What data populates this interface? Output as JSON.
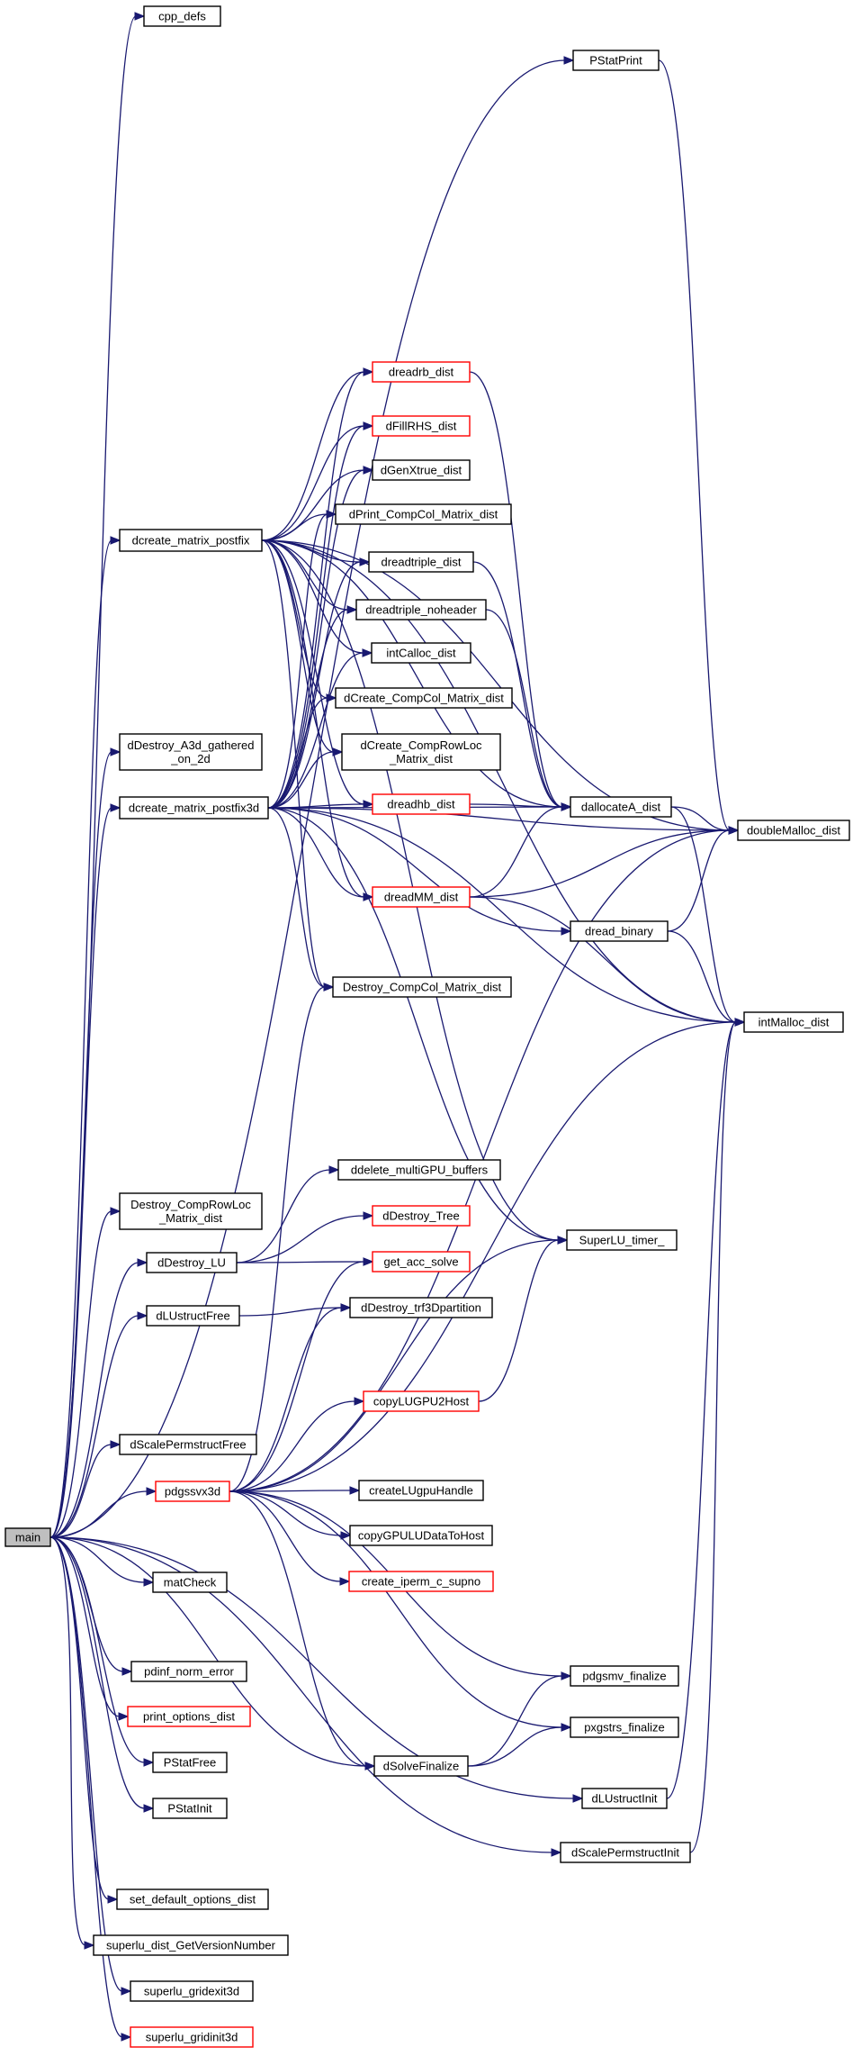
{
  "nodes": [
    {
      "id": "main",
      "lines": [
        "main"
      ],
      "style": "root"
    },
    {
      "id": "cpp_defs",
      "lines": [
        "cpp_defs"
      ],
      "style": "black"
    },
    {
      "id": "PStatPrint",
      "lines": [
        "PStatPrint"
      ],
      "style": "black"
    },
    {
      "id": "dcreate_matrix_postfix",
      "lines": [
        "dcreate_matrix_postfix"
      ],
      "style": "black"
    },
    {
      "id": "dDestroy_A3d_gathered_on_2d",
      "lines": [
        "dDestroy_A3d_gathered",
        "_on_2d"
      ],
      "style": "black"
    },
    {
      "id": "dcreate_matrix_postfix3d",
      "lines": [
        "dcreate_matrix_postfix3d"
      ],
      "style": "black"
    },
    {
      "id": "Destroy_CompRowLoc_Matrix_dist",
      "lines": [
        "Destroy_CompRowLoc",
        "_Matrix_dist"
      ],
      "style": "black"
    },
    {
      "id": "dDestroy_LU",
      "lines": [
        "dDestroy_LU"
      ],
      "style": "black"
    },
    {
      "id": "dLUstructFree",
      "lines": [
        "dLUstructFree"
      ],
      "style": "black"
    },
    {
      "id": "dScalePermstructFree",
      "lines": [
        "dScalePermstructFree"
      ],
      "style": "black"
    },
    {
      "id": "pdgssvx3d",
      "lines": [
        "pdgssvx3d"
      ],
      "style": "red"
    },
    {
      "id": "matCheck",
      "lines": [
        "matCheck"
      ],
      "style": "black"
    },
    {
      "id": "pdinf_norm_error",
      "lines": [
        "pdinf_norm_error"
      ],
      "style": "black"
    },
    {
      "id": "print_options_dist",
      "lines": [
        "print_options_dist"
      ],
      "style": "red"
    },
    {
      "id": "PStatFree",
      "lines": [
        "PStatFree"
      ],
      "style": "black"
    },
    {
      "id": "PStatInit",
      "lines": [
        "PStatInit"
      ],
      "style": "black"
    },
    {
      "id": "set_default_options_dist",
      "lines": [
        "set_default_options_dist"
      ],
      "style": "black"
    },
    {
      "id": "superlu_dist_GetVersionNumber",
      "lines": [
        "superlu_dist_GetVersionNumber"
      ],
      "style": "black"
    },
    {
      "id": "superlu_gridexit3d",
      "lines": [
        "superlu_gridexit3d"
      ],
      "style": "black"
    },
    {
      "id": "superlu_gridinit3d",
      "lines": [
        "superlu_gridinit3d"
      ],
      "style": "red"
    },
    {
      "id": "dreadrb_dist",
      "lines": [
        "dreadrb_dist"
      ],
      "style": "red"
    },
    {
      "id": "dFillRHS_dist",
      "lines": [
        "dFillRHS_dist"
      ],
      "style": "red"
    },
    {
      "id": "dGenXtrue_dist",
      "lines": [
        "dGenXtrue_dist"
      ],
      "style": "black"
    },
    {
      "id": "dPrint_CompCol_Matrix_dist",
      "lines": [
        "dPrint_CompCol_Matrix_dist"
      ],
      "style": "black"
    },
    {
      "id": "dreadtriple_dist",
      "lines": [
        "dreadtriple_dist"
      ],
      "style": "black"
    },
    {
      "id": "dreadtriple_noheader",
      "lines": [
        "dreadtriple_noheader"
      ],
      "style": "black"
    },
    {
      "id": "intCalloc_dist",
      "lines": [
        "intCalloc_dist"
      ],
      "style": "black"
    },
    {
      "id": "dCreate_CompCol_Matrix_dist",
      "lines": [
        "dCreate_CompCol_Matrix_dist"
      ],
      "style": "black"
    },
    {
      "id": "dCreate_CompRowLoc_Matrix_dist",
      "lines": [
        "dCreate_CompRowLoc",
        "_Matrix_dist"
      ],
      "style": "black"
    },
    {
      "id": "dreadhb_dist",
      "lines": [
        "dreadhb_dist"
      ],
      "style": "red"
    },
    {
      "id": "dreadMM_dist",
      "lines": [
        "dreadMM_dist"
      ],
      "style": "red"
    },
    {
      "id": "Destroy_CompCol_Matrix_dist",
      "lines": [
        "Destroy_CompCol_Matrix_dist"
      ],
      "style": "black"
    },
    {
      "id": "ddelete_multiGPU_buffers",
      "lines": [
        "ddelete_multiGPU_buffers"
      ],
      "style": "black"
    },
    {
      "id": "dDestroy_Tree",
      "lines": [
        "dDestroy_Tree"
      ],
      "style": "red"
    },
    {
      "id": "get_acc_solve",
      "lines": [
        "get_acc_solve"
      ],
      "style": "red"
    },
    {
      "id": "dDestroy_trf3Dpartition",
      "lines": [
        "dDestroy_trf3Dpartition"
      ],
      "style": "black"
    },
    {
      "id": "copyLUGPU2Host",
      "lines": [
        "copyLUGPU2Host"
      ],
      "style": "red"
    },
    {
      "id": "createLUgpuHandle",
      "lines": [
        "createLUgpuHandle"
      ],
      "style": "black"
    },
    {
      "id": "copyGPULUDataToHost",
      "lines": [
        "copyGPULUDataToHost"
      ],
      "style": "black"
    },
    {
      "id": "create_iperm_c_supno",
      "lines": [
        "create_iperm_c_supno"
      ],
      "style": "red"
    },
    {
      "id": "dSolveFinalize",
      "lines": [
        "dSolveFinalize"
      ],
      "style": "black"
    },
    {
      "id": "dallocateA_dist",
      "lines": [
        "dallocateA_dist"
      ],
      "style": "black"
    },
    {
      "id": "dread_binary",
      "lines": [
        "dread_binary"
      ],
      "style": "black"
    },
    {
      "id": "SuperLU_timer_",
      "lines": [
        "SuperLU_timer_"
      ],
      "style": "black"
    },
    {
      "id": "pdgsmv_finalize",
      "lines": [
        "pdgsmv_finalize"
      ],
      "style": "black"
    },
    {
      "id": "pxgstrs_finalize",
      "lines": [
        "pxgstrs_finalize"
      ],
      "style": "black"
    },
    {
      "id": "dLUstructInit",
      "lines": [
        "dLUstructInit"
      ],
      "style": "black"
    },
    {
      "id": "dScalePermstructInit",
      "lines": [
        "dScalePermstructInit"
      ],
      "style": "black"
    },
    {
      "id": "doubleMalloc_dist",
      "lines": [
        "doubleMalloc_dist"
      ],
      "style": "black"
    },
    {
      "id": "intMalloc_dist",
      "lines": [
        "intMalloc_dist"
      ],
      "style": "black"
    }
  ],
  "edges": [
    [
      "main",
      "cpp_defs"
    ],
    [
      "main",
      "PStatPrint"
    ],
    [
      "main",
      "dcreate_matrix_postfix"
    ],
    [
      "main",
      "dDestroy_A3d_gathered_on_2d"
    ],
    [
      "main",
      "dcreate_matrix_postfix3d"
    ],
    [
      "main",
      "Destroy_CompRowLoc_Matrix_dist"
    ],
    [
      "main",
      "dDestroy_LU"
    ],
    [
      "main",
      "dLUstructFree"
    ],
    [
      "main",
      "dScalePermstructFree"
    ],
    [
      "main",
      "pdgssvx3d"
    ],
    [
      "main",
      "matCheck"
    ],
    [
      "main",
      "pdinf_norm_error"
    ],
    [
      "main",
      "print_options_dist"
    ],
    [
      "main",
      "PStatFree"
    ],
    [
      "main",
      "PStatInit"
    ],
    [
      "main",
      "set_default_options_dist"
    ],
    [
      "main",
      "superlu_dist_GetVersionNumber"
    ],
    [
      "main",
      "superlu_gridexit3d"
    ],
    [
      "main",
      "superlu_gridinit3d"
    ],
    [
      "main",
      "dSolveFinalize"
    ],
    [
      "main",
      "dLUstructInit"
    ],
    [
      "main",
      "dScalePermstructInit"
    ],
    [
      "PStatPrint",
      "doubleMalloc_dist"
    ],
    [
      "dcreate_matrix_postfix",
      "dreadrb_dist"
    ],
    [
      "dcreate_matrix_postfix",
      "dFillRHS_dist"
    ],
    [
      "dcreate_matrix_postfix",
      "dGenXtrue_dist"
    ],
    [
      "dcreate_matrix_postfix",
      "dPrint_CompCol_Matrix_dist"
    ],
    [
      "dcreate_matrix_postfix",
      "dreadtriple_dist"
    ],
    [
      "dcreate_matrix_postfix",
      "dreadtriple_noheader"
    ],
    [
      "dcreate_matrix_postfix",
      "intCalloc_dist"
    ],
    [
      "dcreate_matrix_postfix",
      "dCreate_CompCol_Matrix_dist"
    ],
    [
      "dcreate_matrix_postfix",
      "dCreate_CompRowLoc_Matrix_dist"
    ],
    [
      "dcreate_matrix_postfix",
      "dreadhb_dist"
    ],
    [
      "dcreate_matrix_postfix",
      "dreadMM_dist"
    ],
    [
      "dcreate_matrix_postfix",
      "Destroy_CompCol_Matrix_dist"
    ],
    [
      "dcreate_matrix_postfix",
      "doubleMalloc_dist"
    ],
    [
      "dcreate_matrix_postfix",
      "intMalloc_dist"
    ],
    [
      "dcreate_matrix_postfix",
      "SuperLU_timer_"
    ],
    [
      "dcreate_matrix_postfix",
      "dallocateA_dist"
    ],
    [
      "dcreate_matrix_postfix3d",
      "dreadrb_dist"
    ],
    [
      "dcreate_matrix_postfix3d",
      "dFillRHS_dist"
    ],
    [
      "dcreate_matrix_postfix3d",
      "dGenXtrue_dist"
    ],
    [
      "dcreate_matrix_postfix3d",
      "dPrint_CompCol_Matrix_dist"
    ],
    [
      "dcreate_matrix_postfix3d",
      "dreadtriple_dist"
    ],
    [
      "dcreate_matrix_postfix3d",
      "dreadtriple_noheader"
    ],
    [
      "dcreate_matrix_postfix3d",
      "intCalloc_dist"
    ],
    [
      "dcreate_matrix_postfix3d",
      "dCreate_CompCol_Matrix_dist"
    ],
    [
      "dcreate_matrix_postfix3d",
      "dCreate_CompRowLoc_Matrix_dist"
    ],
    [
      "dcreate_matrix_postfix3d",
      "dreadhb_dist"
    ],
    [
      "dcreate_matrix_postfix3d",
      "dreadMM_dist"
    ],
    [
      "dcreate_matrix_postfix3d",
      "Destroy_CompCol_Matrix_dist"
    ],
    [
      "dcreate_matrix_postfix3d",
      "dallocateA_dist"
    ],
    [
      "dcreate_matrix_postfix3d",
      "dread_binary"
    ],
    [
      "dcreate_matrix_postfix3d",
      "doubleMalloc_dist"
    ],
    [
      "dcreate_matrix_postfix3d",
      "intMalloc_dist"
    ],
    [
      "dcreate_matrix_postfix3d",
      "SuperLU_timer_"
    ],
    [
      "dreadrb_dist",
      "dallocateA_dist"
    ],
    [
      "dreadtriple_dist",
      "dallocateA_dist"
    ],
    [
      "dreadtriple_noheader",
      "dallocateA_dist"
    ],
    [
      "dreadhb_dist",
      "dallocateA_dist"
    ],
    [
      "dreadMM_dist",
      "dallocateA_dist"
    ],
    [
      "dreadMM_dist",
      "doubleMalloc_dist"
    ],
    [
      "dreadMM_dist",
      "intMalloc_dist"
    ],
    [
      "dallocateA_dist",
      "doubleMalloc_dist"
    ],
    [
      "dallocateA_dist",
      "intMalloc_dist"
    ],
    [
      "dread_binary",
      "doubleMalloc_dist"
    ],
    [
      "dread_binary",
      "intMalloc_dist"
    ],
    [
      "dDestroy_LU",
      "ddelete_multiGPU_buffers"
    ],
    [
      "dDestroy_LU",
      "dDestroy_Tree"
    ],
    [
      "dDestroy_LU",
      "get_acc_solve"
    ],
    [
      "dLUstructFree",
      "dDestroy_trf3Dpartition"
    ],
    [
      "pdgssvx3d",
      "Destroy_CompCol_Matrix_dist"
    ],
    [
      "pdgssvx3d",
      "get_acc_solve"
    ],
    [
      "pdgssvx3d",
      "dDestroy_trf3Dpartition"
    ],
    [
      "pdgssvx3d",
      "copyLUGPU2Host"
    ],
    [
      "pdgssvx3d",
      "createLUgpuHandle"
    ],
    [
      "pdgssvx3d",
      "copyGPULUDataToHost"
    ],
    [
      "pdgssvx3d",
      "create_iperm_c_supno"
    ],
    [
      "pdgssvx3d",
      "dSolveFinalize"
    ],
    [
      "pdgssvx3d",
      "SuperLU_timer_"
    ],
    [
      "pdgssvx3d",
      "intMalloc_dist"
    ],
    [
      "pdgssvx3d",
      "doubleMalloc_dist"
    ],
    [
      "pdgssvx3d",
      "pdgsmv_finalize"
    ],
    [
      "pdgssvx3d",
      "pxgstrs_finalize"
    ],
    [
      "copyLUGPU2Host",
      "SuperLU_timer_"
    ],
    [
      "dSolveFinalize",
      "pdgsmv_finalize"
    ],
    [
      "dSolveFinalize",
      "pxgstrs_finalize"
    ],
    [
      "dLUstructInit",
      "intMalloc_dist"
    ],
    [
      "dScalePermstructInit",
      "intMalloc_dist"
    ]
  ]
}
